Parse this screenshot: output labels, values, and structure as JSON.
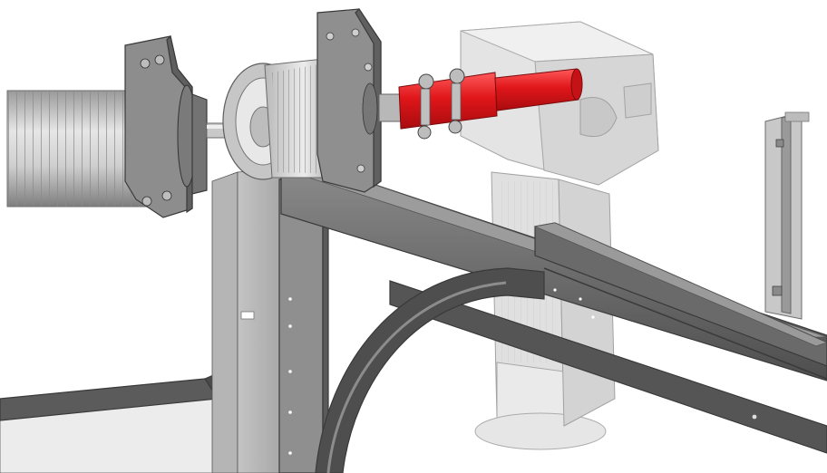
{
  "image": {
    "kind": "3D CAD render of sectional door torsion spring shaft, cable drum and motor coupling"
  },
  "colors": {
    "background": "#ffffff",
    "coupling_highlight": "#e0161a",
    "rail_steel": "#6e6e6e",
    "bracket_steel": "#8c8c8c",
    "spring": "#c8c8c8",
    "motor_housing_translucent": "#d9d9d9"
  },
  "parts": [
    "torsion-spring",
    "bearing-plate-left",
    "shaft",
    "cable-drum",
    "bearing-plate-right",
    "red-shaft-coupling",
    "motor-housing",
    "vertical-post-left",
    "vertical-post-center",
    "horizontal-track",
    "curved-track",
    "panel",
    "right-bracket"
  ]
}
